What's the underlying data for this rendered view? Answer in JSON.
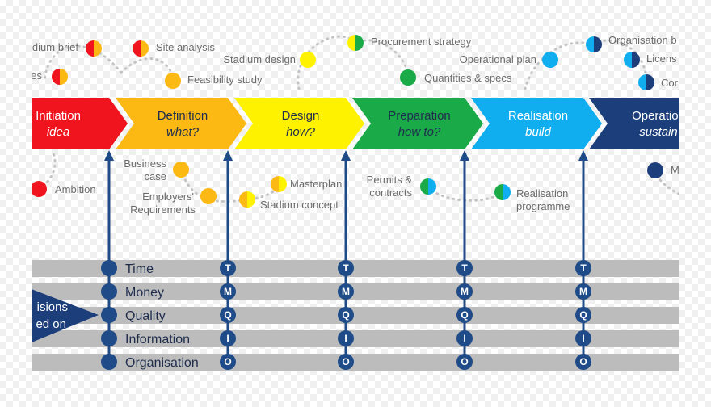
{
  "colors": {
    "initiation": "#f0141e",
    "definition": "#fdb913",
    "design": "#fff200",
    "preparation": "#1aab48",
    "realisation": "#10aeef",
    "operation": "#1c3f7c",
    "navy": "#1f4b88",
    "band": "#bcbcbc"
  },
  "stages": [
    {
      "title": "Initiation",
      "subtitle": "idea"
    },
    {
      "title": "Definition",
      "subtitle": "what?"
    },
    {
      "title": "Design",
      "subtitle": "how?"
    },
    {
      "title": "Preparation",
      "subtitle": "how to?"
    },
    {
      "title": "Realisation",
      "subtitle": "build"
    },
    {
      "title": "Operation",
      "subtitle": "sustain"
    }
  ],
  "activities": {
    "stadium_brief": "dium brief",
    "es": "es",
    "site_analysis": "Site analysis",
    "feasibility_study": "Feasibility study",
    "ambition": "Ambition",
    "business_case_1": "Business",
    "business_case_2": "case",
    "employers_1": "Employers'",
    "employers_2": "Requirements",
    "stadium_design": "Stadium design",
    "masterplan": "Masterplan",
    "stadium_concept": "Stadium concept",
    "procurement_strategy": "Procurement strategy",
    "quantities_specs": "Quantities & specs",
    "permits_1": "Permits &",
    "permits_2": "contracts",
    "operational_plan": "Operational plan",
    "realisation_prog_1": "Realisation",
    "realisation_prog_2": "programme",
    "organisation_b": "Organisation b",
    "licens": "Licens",
    "cor": "Cor",
    "m": "M"
  },
  "criteria": [
    {
      "label": "Time",
      "letter": "T"
    },
    {
      "label": "Money",
      "letter": "M"
    },
    {
      "label": "Quality",
      "letter": "Q"
    },
    {
      "label": "Information",
      "letter": "I"
    },
    {
      "label": "Organisation",
      "letter": "O"
    }
  ],
  "decision": {
    "line1": "isions",
    "line2": "ed on"
  }
}
